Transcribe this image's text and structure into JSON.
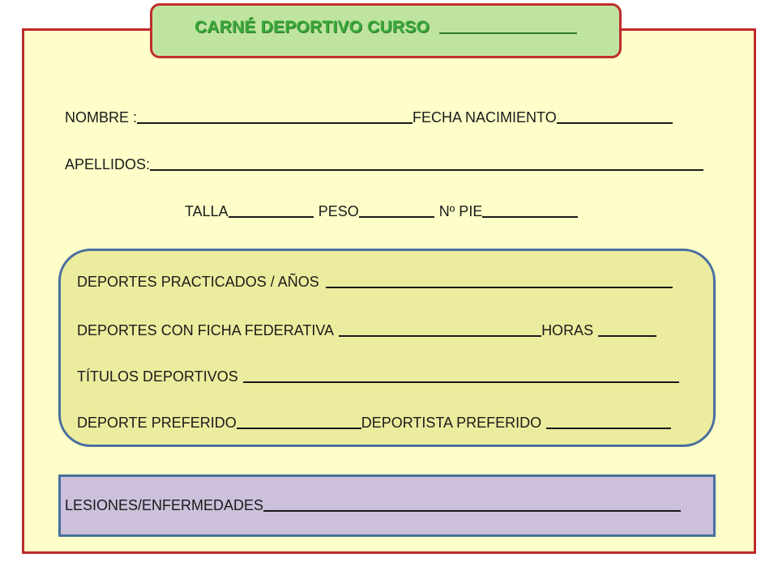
{
  "header": {
    "title": "CARNÉ DEPORTIVO CURSO"
  },
  "personal": {
    "nombre_label": "NOMBRE :",
    "fecha_label": "FECHA NACIMIENTO",
    "apellidos_label": "APELLIDOS:",
    "talla_label": "TALLA",
    "peso_label": "PESO",
    "pie_label": "Nº PIE"
  },
  "sports": {
    "practicados_label": "DEPORTES PRACTICADOS / AÑOS",
    "ficha_label": "DEPORTES CON FICHA FEDERATIVA",
    "horas_label": "HORAS",
    "titulos_label": "TÍTULOS DEPORTIVOS",
    "preferido_label": "DEPORTE PREFERIDO",
    "deportista_label": "DEPORTISTA PREFERIDO"
  },
  "health": {
    "lesiones_label": "LESIONES/ENFERMEDADES"
  },
  "colors": {
    "card_bg": "#fefec8",
    "card_border": "#bf2b2b",
    "title_bg": "#bfe4a0",
    "title_text": "#3aa83a",
    "sports_bg": "#ecec9e",
    "sports_border": "#4a6fa0",
    "health_bg": "#ccc0da"
  }
}
